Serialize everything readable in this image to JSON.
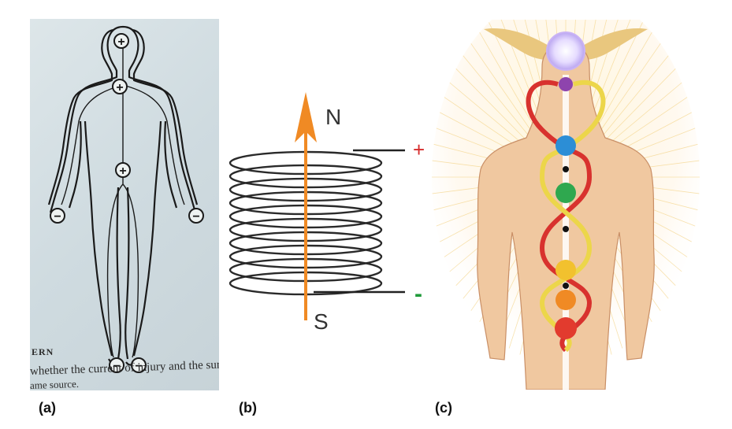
{
  "captions": {
    "a": "(a)",
    "b": "(b)",
    "c": "(c)"
  },
  "panel_a": {
    "heading_fragment": "ERN",
    "text_line1": "whether the current of injury and the surf",
    "text_line2": "ame source.",
    "positive_symbol": "+",
    "negative_symbol": "−"
  },
  "panel_b": {
    "north_label": "N",
    "south_label": "S",
    "plus_label": "+",
    "minus_label": "-"
  },
  "colors": {
    "arrow": "#f08a24",
    "plus": "#d62c2c",
    "minus": "#1f9a3a",
    "red_serpent": "#d8322e",
    "yellow_serpent": "#ecd64a",
    "skin": "#f0c8a0"
  }
}
